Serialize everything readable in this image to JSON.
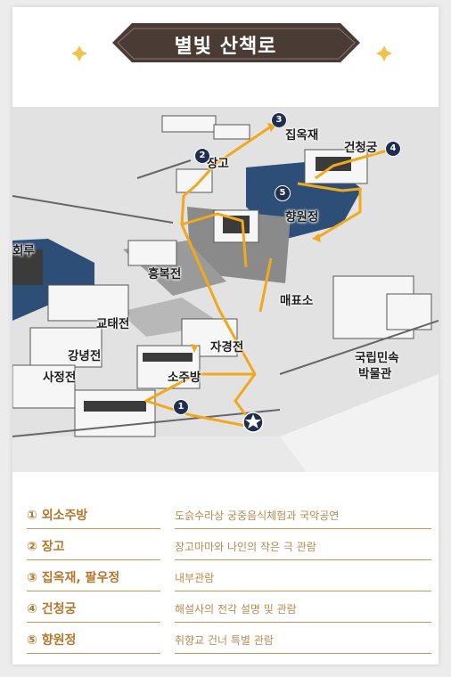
{
  "title": "별빛 산책로",
  "map": {
    "labels": {
      "janggo": "장고",
      "jibokjae": "집옥재",
      "geoncheonggung": "건청궁",
      "hyangwonjeong": "향원정",
      "hoeru": "회루",
      "heungbokjeon": "흥복전",
      "maepyoso": "매표소",
      "gyotaejeon": "교태전",
      "jagyeongjeon": "자경전",
      "gangnyeongjeon": "강녕전",
      "sajeongjeon": "사정전",
      "sojubang": "소주방",
      "museum_line1": "국립민속",
      "museum_line2": "박물관"
    },
    "markers": [
      "1",
      "2",
      "3",
      "4",
      "5"
    ]
  },
  "legend": [
    {
      "name": "① 외소주방",
      "desc": "도슭수라상 궁중음식체험과 국악공연"
    },
    {
      "name": "② 장고",
      "desc": "장고마마와 나인의 작은 극 관람"
    },
    {
      "name": "③ 집옥재, 팔우정",
      "desc": "내부관람"
    },
    {
      "name": "④ 건청궁",
      "desc": "해설사의 전각 설명 및 관람"
    },
    {
      "name": "⑤ 향원정",
      "desc": "취향교 건너 특별 관람"
    }
  ],
  "colors": {
    "banner": "#4a3b35",
    "accent": "#f2a81d",
    "route": "#f2a81d",
    "pond": "#2d4f77",
    "legend_text": "#b3762b",
    "marker": "#1f2f52"
  }
}
